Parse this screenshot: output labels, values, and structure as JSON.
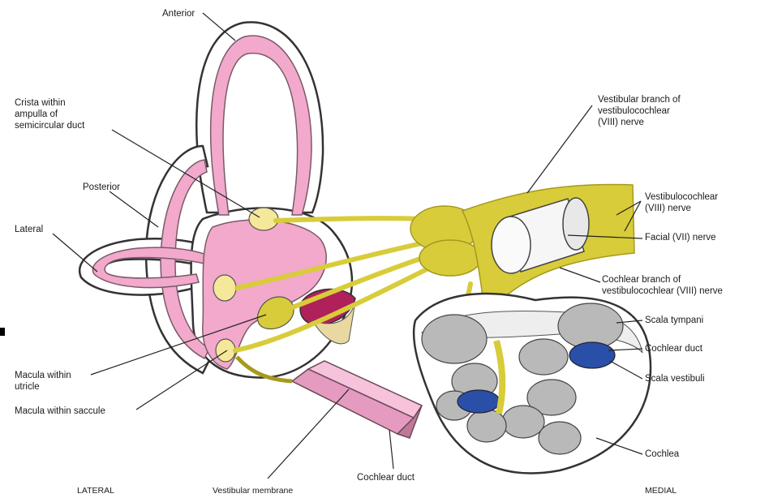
{
  "labels": {
    "anterior": "Anterior",
    "crista": "Crista within\nampulla of\nsemicircular duct",
    "posterior": "Posterior",
    "lateral": "Lateral",
    "macula_utricle": "Macula within\nutricle",
    "macula_saccule": "Macula within saccule",
    "lateral_side": "LATERAL",
    "vestibular_membrane": "Vestibular membrane",
    "cochlear_duct_bottom": "Cochlear duct",
    "medial_side": "MEDIAL",
    "vestibular_branch": "Vestibular branch of\nvestibulocochlear\n(VIII) nerve",
    "vestibulocochlear": "Vestibulocochlear\n(VIII) nerve",
    "facial": "Facial (VII) nerve",
    "cochlear_branch": "Cochlear branch of\nvestibulocochlear (VIII) nerve",
    "scala_tympani": "Scala tympani",
    "cochlear_duct_right": "Cochlear duct",
    "scala_vestibuli": "Scala vestibuli",
    "cochlea": "Cochlea"
  },
  "colors": {
    "membranous": "#f2a9cc",
    "membranous_stroke": "#7a5a66",
    "nerve": "#d8cc3a",
    "nerve_dark": "#a59a1c",
    "magenta": "#b0205a",
    "scala_blue": "#2a4fa8",
    "outline": "#333333"
  }
}
